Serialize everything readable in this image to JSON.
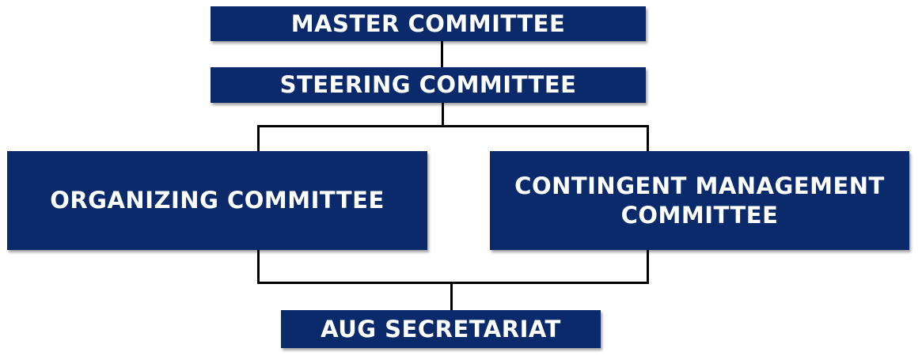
{
  "org_chart": {
    "master": "MASTER COMMITTEE",
    "steering": "STEERING COMMITTEE",
    "organizing": "ORGANIZING COMMITTEE",
    "contingent_line1": "CONTINGENT MANAGEMENT",
    "contingent_line2": "COMMITTEE",
    "secretariat": "AUG SECRETARIAT"
  },
  "colors": {
    "box_fill": "#0b2a6b",
    "text": "#ffffff",
    "connector": "#000000"
  }
}
